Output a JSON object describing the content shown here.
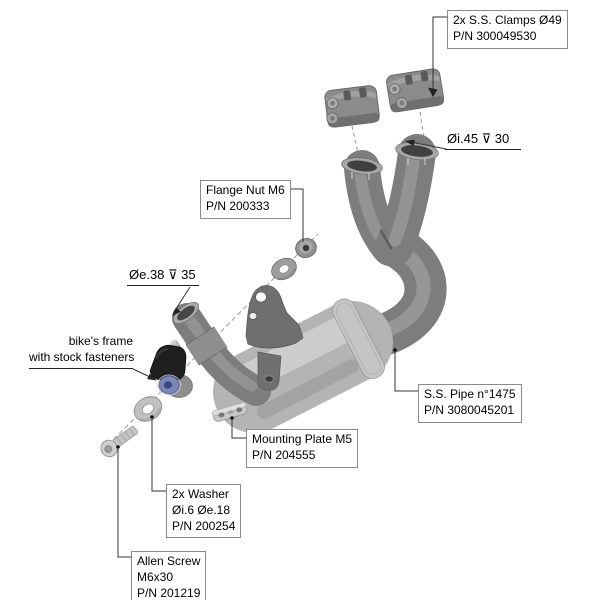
{
  "diagram": {
    "type": "exploded-parts-diagram",
    "subject": "stainless steel exhaust pipe assembly with catalytic converter"
  },
  "labels": {
    "clamps": {
      "lines": [
        "2x S.S. Clamps Ø49",
        "P/N 300049530"
      ]
    },
    "dim_inner": {
      "text": "Øi.45 ⊽ 30"
    },
    "flange_nut": {
      "lines": [
        "Flange Nut M6",
        "P/N 200333"
      ]
    },
    "dim_outer": {
      "text": "Øe.38 ⊽ 35"
    },
    "bike_frame": {
      "lines": [
        "bike's frame",
        "with stock fasteners"
      ]
    },
    "ss_pipe": {
      "lines": [
        "S.S. Pipe n°1475",
        "P/N 3080045201"
      ]
    },
    "mounting_plate": {
      "lines": [
        "Mounting Plate M5",
        "P/N 204555"
      ]
    },
    "washer": {
      "lines": [
        "2x Washer",
        "Øi.6 Øe.18",
        "P/N 200254"
      ]
    },
    "allen_screw": {
      "lines": [
        "Allen Screw",
        "M6x30",
        "P/N 201219"
      ]
    }
  },
  "symbols": {
    "diameter": "Ø",
    "depth": "⊽"
  },
  "colors": {
    "pipe_steel": "#7d7d7d",
    "catalyst_body": "#b4b4b4",
    "clamp_steel": "#8b8b8b",
    "rubber_mount": "#1f1f1f",
    "blue_washer": "#7d86b5",
    "leader_line": "#333333",
    "label_border": "#8a8a8a"
  }
}
